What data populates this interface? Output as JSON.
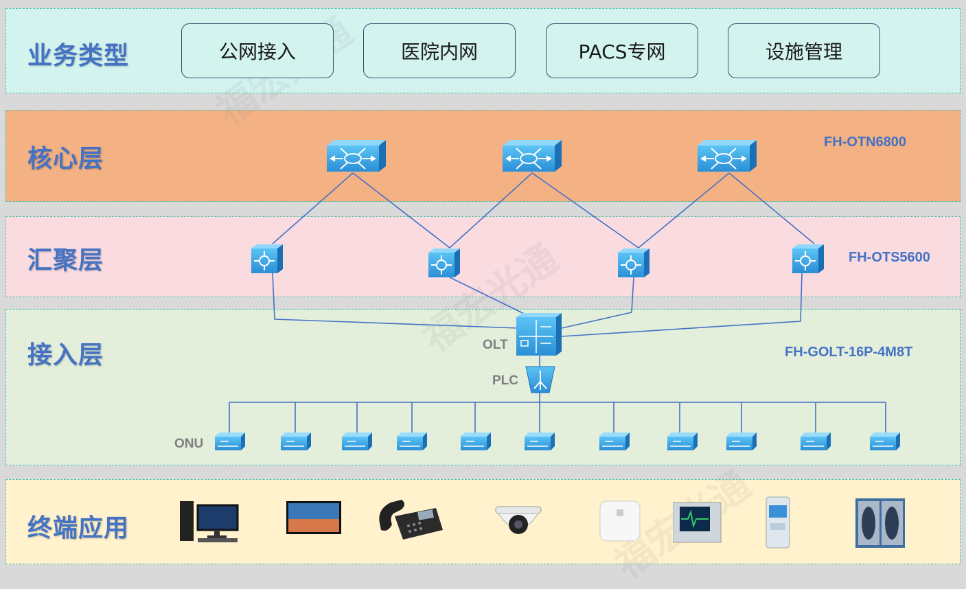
{
  "layers": {
    "service": "业务类型",
    "core": "核心层",
    "aggregation": "汇聚层",
    "access": "接入层",
    "terminal": "终端应用"
  },
  "services": [
    "公网接入",
    "医院内网",
    "PACS专网",
    "设施管理"
  ],
  "models": {
    "core": "FH-OTN6800",
    "aggregation": "FH-OTS5600",
    "access": "FH-GOLT-16P-4M8T"
  },
  "nodes": {
    "olt": "OLT",
    "plc": "PLC",
    "onu": "ONU"
  },
  "terminals": [
    "desktop-computer-icon",
    "tv-icon",
    "ip-phone-icon",
    "dome-camera-icon",
    "wireless-ap-icon",
    "medical-monitor-icon",
    "medical-equipment-icon",
    "xray-viewer-icon"
  ],
  "watermark": "福宏光通",
  "colors": {
    "title_blue": "#4472c4",
    "link_blue": "#4472c4",
    "device_blue": "#3aa0e0"
  }
}
